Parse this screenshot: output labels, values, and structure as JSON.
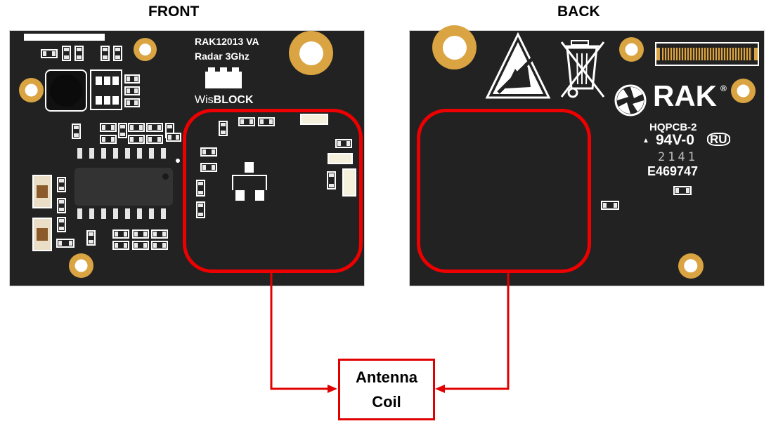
{
  "headings": {
    "front": "FRONT",
    "back": "BACK"
  },
  "front_board": {
    "model": "RAK12013 VA",
    "description": "Radar 3Ghz",
    "brand_prefix": "Wis",
    "brand_suffix": "BLOCK"
  },
  "back_board": {
    "logo_text": "RAK",
    "pcb_code": "HQPCB-2",
    "flame_rating": "94V-0",
    "date_code": "2141",
    "ul_file": "E469747"
  },
  "callout": {
    "line1": "Antenna",
    "line2": "Coil"
  },
  "colors": {
    "highlight": "#ee0000",
    "board": "#222222",
    "pad": "#d9a441",
    "silkscreen": "#ffffff"
  }
}
